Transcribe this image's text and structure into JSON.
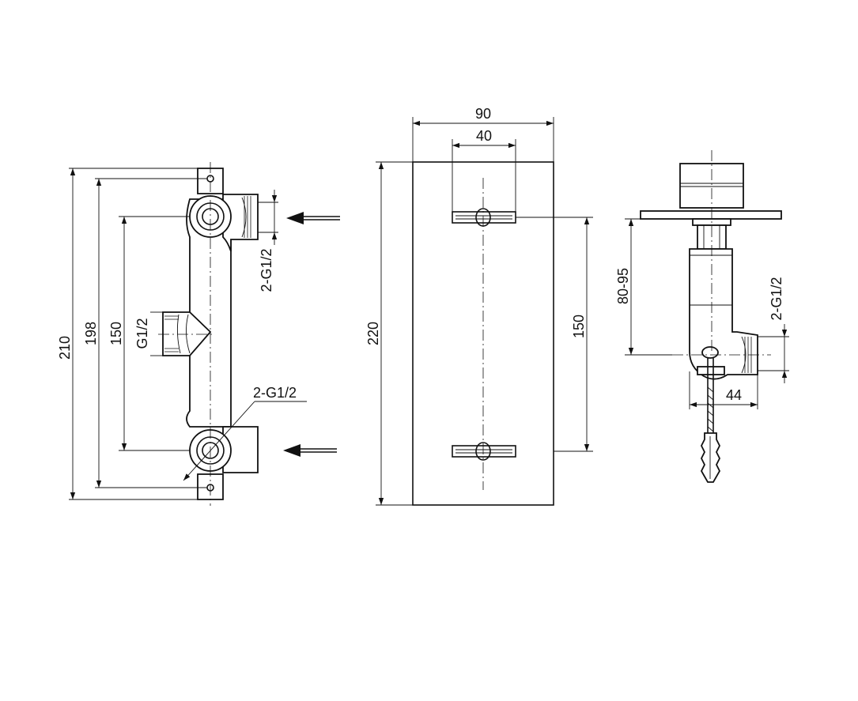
{
  "views": {
    "valve_body": {
      "dim_overall": "210",
      "dim_mount_holes": "198",
      "dim_outlet_spacing": "150",
      "label_inlet": "G1/2",
      "label_outlets_side": "2-G1/2",
      "label_outlets_leader": "2-G1/2"
    },
    "front_plate": {
      "dim_width": "90",
      "dim_handle_width": "40",
      "dim_height": "220",
      "dim_handle_spacing": "150"
    },
    "side_view": {
      "dim_depth": "80-95",
      "label_thread": "2-G1/2",
      "dim_offset": "44"
    }
  },
  "colors": {
    "line": "#111111",
    "background": "#ffffff"
  }
}
